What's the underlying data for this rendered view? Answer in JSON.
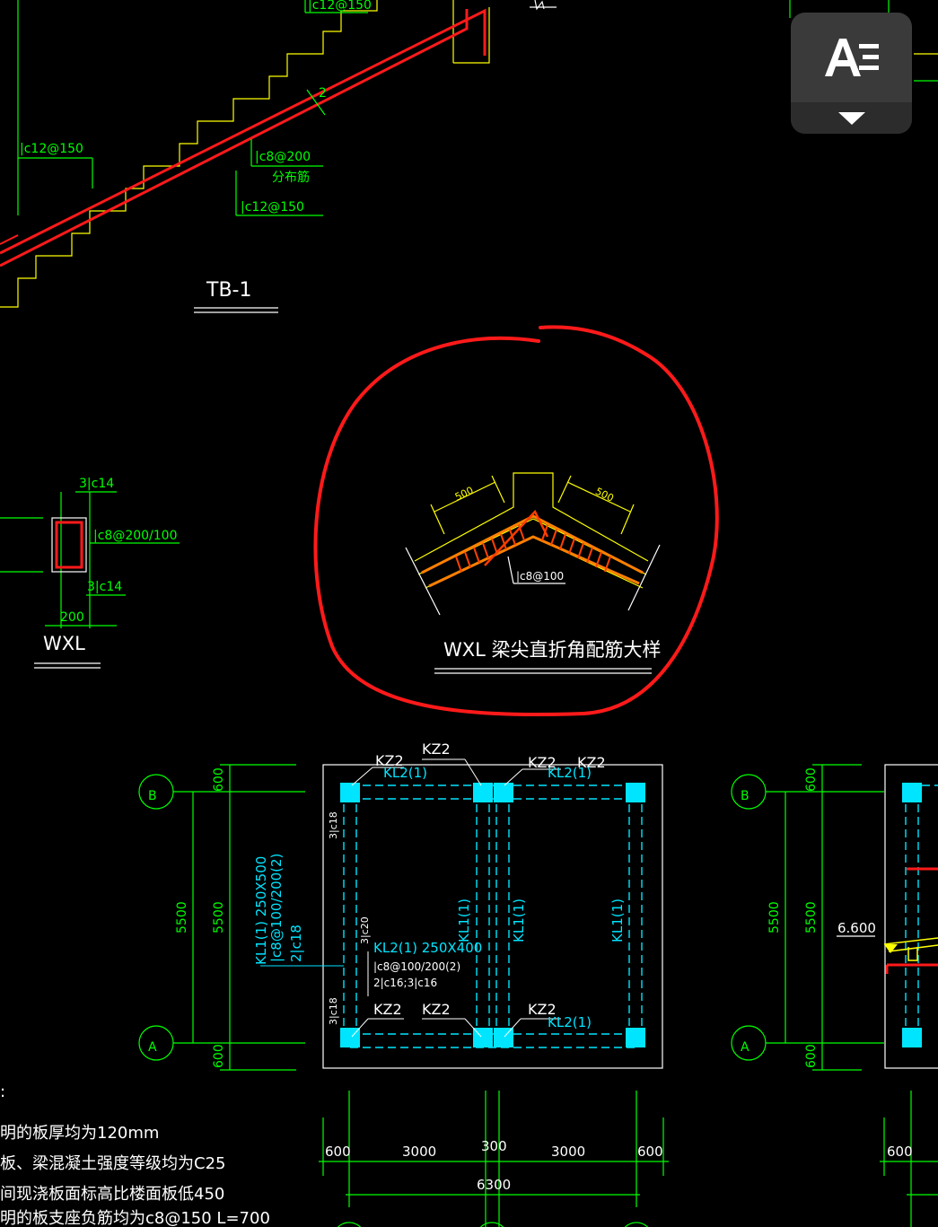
{
  "stair": {
    "title": "TB-1",
    "labels": {
      "top_rebar": "|c12@150",
      "left_rebar": "|c12@150",
      "dist_rebar": "|c8@200",
      "dist_note": "分布筋",
      "bottom_rebar": "|c12@150",
      "thickness": "2"
    }
  },
  "wxl_section": {
    "title": "WXL",
    "top_bars": "3|c14",
    "stirrup": "|c8@200/100",
    "bottom_bars": "3|c14",
    "width": "200"
  },
  "detail": {
    "title": "WXL 梁尖直折角配筋大样",
    "dim_left": "500",
    "dim_right": "500",
    "stirrup_label": "|c8@100"
  },
  "plan": {
    "axis_b": "B",
    "axis_a": "A",
    "dims_vertical": [
      "600",
      "5500",
      "600"
    ],
    "dim_overall": "5500",
    "dims_horizontal": [
      "600",
      "3000",
      "300",
      "3000",
      "600"
    ],
    "dim_total": "6300",
    "col_labels": [
      "KZ2",
      "KZ2",
      "KZ2",
      "KZ2",
      "KZ2",
      "KZ2",
      "KZ2"
    ],
    "beam_kl2_top_left": "KL2(1)",
    "beam_kl2_top_right": "KL2(1)",
    "beam_kl2_bottom": "KL2(1)",
    "beam_kl1_left": "KL1(1) 250X500",
    "beam_kl1_left_stirrup": "|c8@100/200(2)",
    "beam_kl1_left_bars": "2|c18",
    "beam_kl1_mid": "KL1(1)",
    "beam_kl1_mid2": "KL1(1)",
    "beam_kl1_right": "KL1(1)",
    "beam_kl2_mid": "KL2(1) 250X400",
    "beam_kl2_mid_stirrup": "|c8@100/200(2)",
    "beam_kl2_mid_bars": "2|c16;3|c16",
    "side_bars_1": "3|c18",
    "side_bars_2": "3|c20",
    "side_bars_3": "3|c18"
  },
  "plan2": {
    "axis_b": "B",
    "axis_a": "A",
    "dims_vertical": [
      "600",
      "5500",
      "600"
    ],
    "dim_overall": "5500",
    "elevation": "6.600",
    "dim_bottom": "600"
  },
  "notes": {
    "colon": ":",
    "line1": "明的板厚均为120mm",
    "line2": "板、梁混凝土强度等级均为C25",
    "line3": "间现浇板面标高比楼面板低450",
    "line4": "明的板支座负筋均为c8@150  L=700"
  },
  "widget": {
    "icon": "text-format-icon",
    "chevron": "chevron-down-icon",
    "bg": "#3a3a3a"
  },
  "colors": {
    "green": "#00ff00",
    "cyan": "#00e5ff",
    "red": "#ff1a1a",
    "yellow": "#ffff00",
    "orange": "#ff8000"
  }
}
